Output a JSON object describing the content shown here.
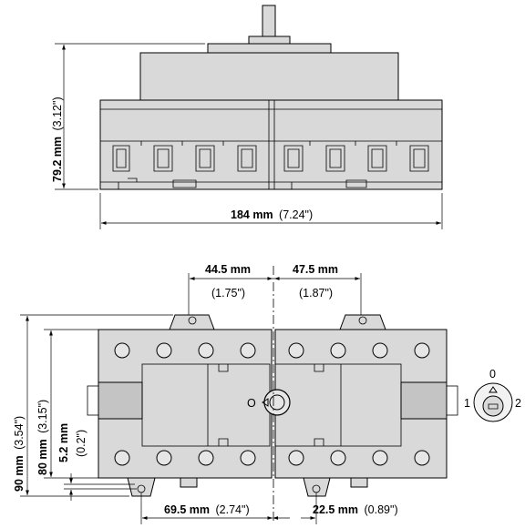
{
  "side_view": {
    "height_dim": {
      "value": "79.2 mm",
      "imperial": "(3.12\")"
    },
    "width_dim": {
      "value": "184 mm",
      "imperial": "(7.24\")"
    }
  },
  "top_view": {
    "pitch_left": {
      "value": "44.5 mm",
      "imperial": "(1.75\")"
    },
    "pitch_right": {
      "value": "47.5 mm",
      "imperial": "(1.87\")"
    },
    "height_90": {
      "value": "90 mm",
      "imperial": "(3.54\")"
    },
    "height_80": {
      "value": "80 mm",
      "imperial": "(3.15\")"
    },
    "offset_5_2": {
      "value": "5.2 mm",
      "imperial": "(0.2\")"
    },
    "bottom_left": {
      "value": "69.5 mm",
      "imperial": "(2.74\")"
    },
    "bottom_right": {
      "value": "22.5 mm",
      "imperial": "(0.89\")"
    },
    "switch_label": "O"
  },
  "handle_detail": {
    "pos_0": "0",
    "pos_1": "1",
    "pos_2": "2"
  },
  "colors": {
    "body": "#d9d9d9",
    "line": "#000000"
  }
}
